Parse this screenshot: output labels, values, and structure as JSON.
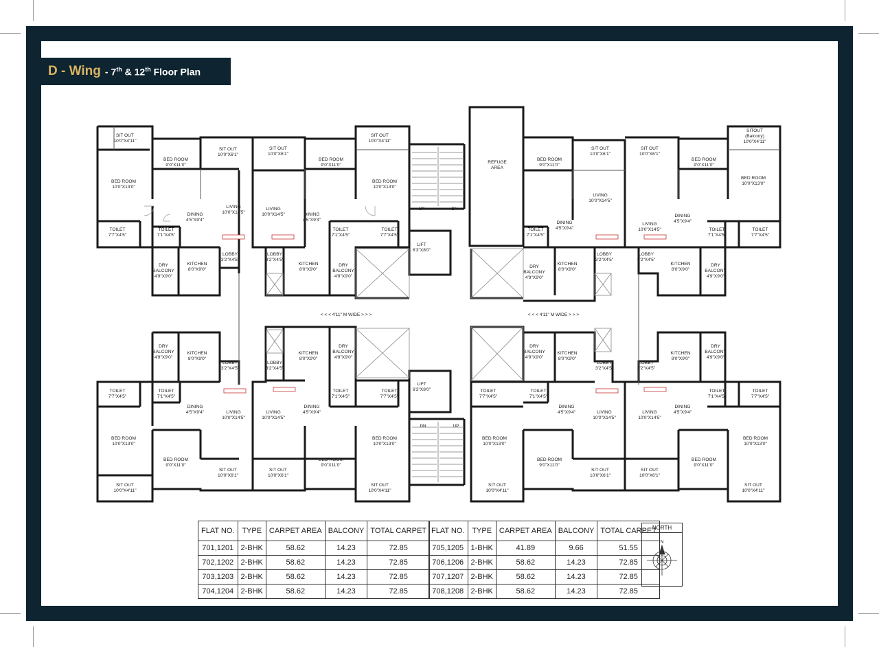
{
  "banner": {
    "wing": "D - Wing",
    "dash": "-",
    "n1": "7",
    "sup1": "th",
    "amp": "&",
    "n2": "12",
    "sup2": "th",
    "rest": "Floor Plan"
  },
  "rooms": {
    "sitout_10x4": "SIT OUT\n10'0\"X4'11\"",
    "sitout_10x6": "SIT OUT\n10'0\"X6'1\"",
    "sitout_balcony": "SITOUT\n(Balcony)\n10'0\"X4'11\"",
    "bedroom_9x11": "BED ROOM\n9'0\"X11'0\"",
    "bedroom_10x13": "BED ROOM\n10'0\"X13'0\"",
    "living": "LIVING\n10'0\"X14'5\"",
    "dining": "DINING\n4'5\"X9'4\"",
    "toilet_7x4": "TOILET\n7'7\"X4'5\"",
    "toilet_7x1": "TOILET\n7'1\"X4'5\"",
    "lobby": "LOBBY\n3'2\"X4'5\"",
    "kitchen": "KITCHEN\n8'0\"X9'0\"",
    "dry_balcony": "DRY\nBALCONY\n4'9\"X9'0\"",
    "refuge": "REFUGE\nAREA",
    "lift": "LIFT\n6'3\"X8'0\"",
    "up": "UP",
    "dn": "DN",
    "corridor": "< < < 4'11\" M WIDE > > >"
  },
  "table_left": {
    "headers": [
      "FLAT NO.",
      "TYPE",
      "CARPET   AREA",
      "BALCONY",
      "TOTAL CARPET"
    ],
    "rows": [
      [
        "701,1201",
        "2-BHK",
        "58.62",
        "14.23",
        "72.85"
      ],
      [
        "702,1202",
        "2-BHK",
        "58.62",
        "14.23",
        "72.85"
      ],
      [
        "703,1203",
        "2-BHK",
        "58.62",
        "14.23",
        "72.85"
      ],
      [
        "704,1204",
        "2-BHK",
        "58.62",
        "14.23",
        "72.85"
      ]
    ]
  },
  "table_right": {
    "headers": [
      "FLAT NO.",
      "TYPE",
      "CARPET   AREA",
      "BALCONY",
      "TOTAL CARPET"
    ],
    "rows": [
      [
        "705,1205",
        "1-BHK",
        "41.89",
        "9.66",
        "51.55"
      ],
      [
        "706,1206",
        "2-BHK",
        "58.62",
        "14.23",
        "72.85"
      ],
      [
        "707,1207",
        "2-BHK",
        "58.62",
        "14.23",
        "72.85"
      ],
      [
        "708,1208",
        "2-BHK",
        "58.62",
        "14.23",
        "72.85"
      ]
    ]
  },
  "compass": {
    "label": "NORTH",
    "letter": "N"
  },
  "colors": {
    "frame": "#0e2430",
    "gold": "#d9b464",
    "wall": "#1a1a1a",
    "tag": "#c83232"
  }
}
